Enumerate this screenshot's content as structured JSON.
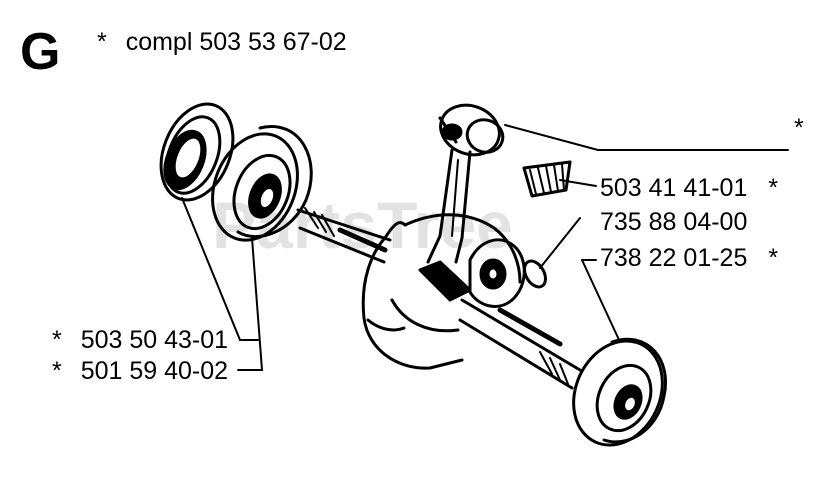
{
  "diagram": {
    "section_letter": "G",
    "watermark": "PartsTree",
    "assembly": {
      "asterisk": "*",
      "text": "compl 503 53 67-02"
    },
    "parts": [
      {
        "asterisk": "",
        "number": "503 41 41-01",
        "suffix": "*"
      },
      {
        "asterisk": "",
        "number": "735 88 04-00",
        "suffix": ""
      },
      {
        "asterisk": "",
        "number": "738 22 01-25",
        "suffix": "*"
      },
      {
        "asterisk": "*",
        "number": "503 50 43-01",
        "suffix": ""
      },
      {
        "asterisk": "*",
        "number": "501 59 40-02",
        "suffix": ""
      }
    ],
    "callout_asterisk": "*"
  }
}
